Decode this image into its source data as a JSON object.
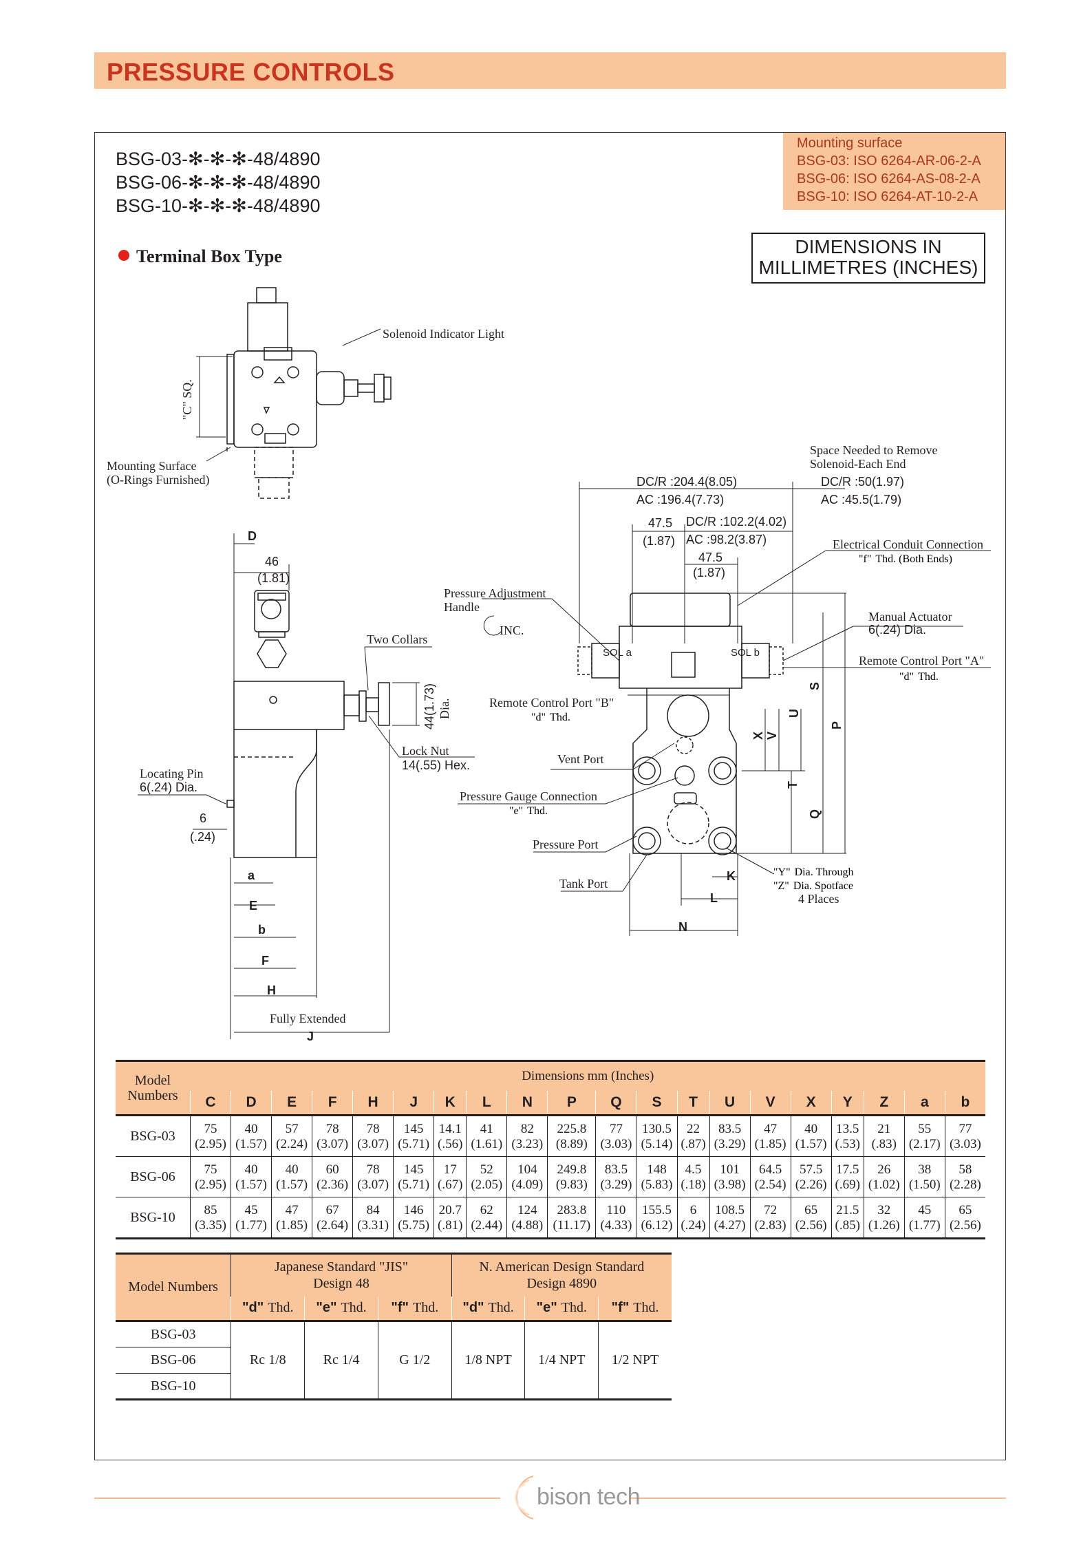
{
  "header": {
    "title": "PRESSURE CONTROLS"
  },
  "models_heading": [
    "BSG-03-✻-✻-✻-48/4890",
    "BSG-06-✻-✻-✻-48/4890",
    "BSG-10-✻-✻-✻-48/4890"
  ],
  "mounting_surface": {
    "title": "Mounting surface",
    "lines": [
      "BSG-03: ISO 6264-AR-06-2-A",
      "BSG-06: ISO 6264-AS-08-2-A",
      "BSG-10: ISO 6264-AT-10-2-A"
    ]
  },
  "dimensions_note": [
    "DIMENSIONS IN",
    "MILLIMETRES (INCHES)"
  ],
  "terminal_box_label": "Terminal Box Type",
  "drawing_labels": {
    "solenoid_indicator": "Solenoid Indicator Light",
    "c_sq": "\"C\" SQ.",
    "mounting_surface": "Mounting Surface",
    "o_rings": "(O-Rings Furnished)",
    "D": "D",
    "d46": "46",
    "d46i": "(1.81)",
    "two_collars": "Two Collars",
    "d44": "44(1.73)",
    "dia": "Dia.",
    "lock_nut": "Lock Nut",
    "lock_nut_size": "14(.55) Hex.",
    "locating_pin": "Locating Pin",
    "locating_pin_size": "6(.24) Dia.",
    "d6": "6",
    "d6i": "(.24)",
    "a": "a",
    "E": "E",
    "b": "b",
    "F": "F",
    "H": "H",
    "fully_extended": "Fully Extended",
    "J": "J",
    "space_needed_1": "Space Needed to Remove",
    "space_needed_2": "Solenoid-Each End",
    "dcr_total": "DC/R :204.4(8.05)",
    "ac_total": "AC   :196.4(7.73)",
    "dcr_end": "DC/R :50(1.97)",
    "ac_end": "AC   :45.5(1.79)",
    "d475a": "47.5",
    "d475ai": "(1.87)",
    "dcr_half": "DC/R :102.2(4.02)",
    "ac_half": "AC   :98.2(3.87)",
    "d475b": "47.5",
    "d475bi": "(1.87)",
    "elec_conduit": "Electrical Conduit Connection",
    "f_thd_both": "Thd. (Both Ends)",
    "pressure_adj_1": "Pressure Adjustment",
    "pressure_adj_2": "Handle",
    "inc": "INC.",
    "manual_actuator": "Manual Actuator",
    "manual_actuator_size": "6(.24) Dia.",
    "sol_a": "SOL a",
    "sol_b": "SOL b",
    "remote_a": "Remote Control Port \"A\"",
    "remote_b": "Remote Control Port \"B\"",
    "d_thd": "Thd.",
    "vent_port": "Vent Port",
    "gauge_conn": "Pressure Gauge Connection",
    "e_thd": "Thd.",
    "pressure_port": "Pressure Port",
    "tank_port": "Tank Port",
    "y_dia": "Dia. Through",
    "z_dia": "Dia. Spotface",
    "four_places": "4 Places",
    "S": "S",
    "P": "P",
    "U": "U",
    "V": "V",
    "X": "X",
    "T": "T",
    "Q": "Q",
    "K": "K",
    "L": "L",
    "N": "N",
    "qd": "\"d\"",
    "qe": "\"e\"",
    "qf": "\"f\"",
    "qY": "\"Y\"",
    "qZ": "\"Z\""
  },
  "dimension_table": {
    "model_header": [
      "Model",
      "Numbers"
    ],
    "dims_header": "Dimensions  mm (Inches)",
    "columns": [
      "C",
      "D",
      "E",
      "F",
      "H",
      "J",
      "K",
      "L",
      "N",
      "P",
      "Q",
      "S",
      "T",
      "U",
      "V",
      "X",
      "Y",
      "Z",
      "a",
      "b"
    ],
    "rows": [
      {
        "model": "BSG-03",
        "mm": [
          "75",
          "40",
          "57",
          "78",
          "78",
          "145",
          "14.1",
          "41",
          "82",
          "225.8",
          "77",
          "130.5",
          "22",
          "83.5",
          "47",
          "40",
          "13.5",
          "21",
          "55",
          "77"
        ],
        "in": [
          "(2.95)",
          "(1.57)",
          "(2.24)",
          "(3.07)",
          "(3.07)",
          "(5.71)",
          "(.56)",
          "(1.61)",
          "(3.23)",
          "(8.89)",
          "(3.03)",
          "(5.14)",
          "(.87)",
          "(3.29)",
          "(1.85)",
          "(1.57)",
          "(.53)",
          "(.83)",
          "(2.17)",
          "(3.03)"
        ]
      },
      {
        "model": "BSG-06",
        "mm": [
          "75",
          "40",
          "40",
          "60",
          "78",
          "145",
          "17",
          "52",
          "104",
          "249.8",
          "83.5",
          "148",
          "4.5",
          "101",
          "64.5",
          "57.5",
          "17.5",
          "26",
          "38",
          "58"
        ],
        "in": [
          "(2.95)",
          "(1.57)",
          "(1.57)",
          "(2.36)",
          "(3.07)",
          "(5.71)",
          "(.67)",
          "(2.05)",
          "(4.09)",
          "(9.83)",
          "(3.29)",
          "(5.83)",
          "(.18)",
          "(3.98)",
          "(2.54)",
          "(2.26)",
          "(.69)",
          "(1.02)",
          "(1.50)",
          "(2.28)"
        ]
      },
      {
        "model": "BSG-10",
        "mm": [
          "85",
          "45",
          "47",
          "67",
          "84",
          "146",
          "20.7",
          "62",
          "124",
          "283.8",
          "110",
          "155.5",
          "6",
          "108.5",
          "72",
          "65",
          "21.5",
          "32",
          "45",
          "65"
        ],
        "in": [
          "(3.35)",
          "(1.77)",
          "(1.85)",
          "(2.64)",
          "(3.31)",
          "(5.75)",
          "(.81)",
          "(2.44)",
          "(4.88)",
          "(11.17)",
          "(4.33)",
          "(6.12)",
          "(.24)",
          "(4.27)",
          "(2.83)",
          "(2.56)",
          "(.85)",
          "(1.26)",
          "(1.77)",
          "(2.56)"
        ]
      }
    ]
  },
  "thread_table": {
    "model_header": "Model Numbers",
    "jis_header": [
      "Japanese Standard \"JIS\"",
      "Design 48"
    ],
    "na_header": [
      "N. American Design Standard",
      "Design 4890"
    ],
    "sub_q": [
      "\"d\"",
      "\"e\"",
      "\"f\"",
      "\"d\"",
      "\"e\"",
      "\"f\""
    ],
    "sub_thd": "Thd.",
    "models": [
      "BSG-03",
      "BSG-06",
      "BSG-10"
    ],
    "values": [
      "Rc 1/8",
      "Rc 1/4",
      "G 1/2",
      "1/8 NPT",
      "1/4 NPT",
      "1/2 NPT"
    ]
  },
  "footer": {
    "logo_text": "bison tech"
  },
  "colors": {
    "band": "#f9c59b",
    "title_red": "#c8351f",
    "mount_text": "#a8381f",
    "dot": "#e3211b"
  }
}
